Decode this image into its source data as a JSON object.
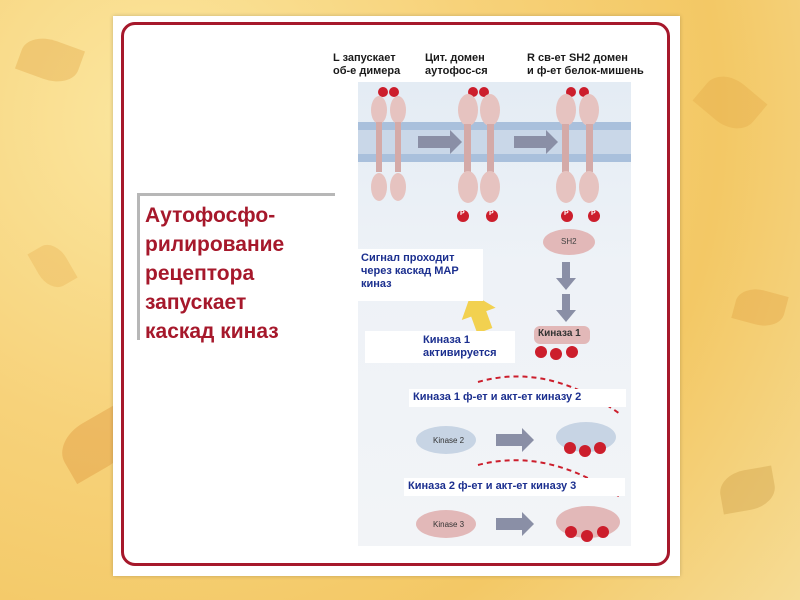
{
  "slide": {
    "title": "Аутофосфо-\nрилирование\nрецептора\nзапускает\nкаскад киназ"
  },
  "figure": {
    "top_labels": {
      "step1": "L запускает\nоб-е димера",
      "step2": "Цит. домен\nаутофос-ся",
      "step3": "R св-ет SH2 домен\nи ф-ет белок-мишень"
    },
    "signal_text": "Сигнал проходит\nчерез каскад МАР\nкиназ",
    "kinase1_activated": "Киназа 1\nактивируется",
    "kinase1_label": "Киназа 1",
    "step_k2": "Киназа 1 ф-ет и акт-ет киназу 2",
    "step_k3": "Киназа 2 ф-ет и акт-ет киназу 3",
    "kinase2_label": "Kinase 2",
    "kinase3_label": "Kinase 3",
    "sh2_label": "SH2",
    "p_label": "P"
  },
  "colors": {
    "accent": "#a6182b",
    "text_blue": "#1b2f8f",
    "membrane": "#9fb8d8",
    "receptor": "#e6c3c0",
    "phospho": "#cc1e2c"
  }
}
